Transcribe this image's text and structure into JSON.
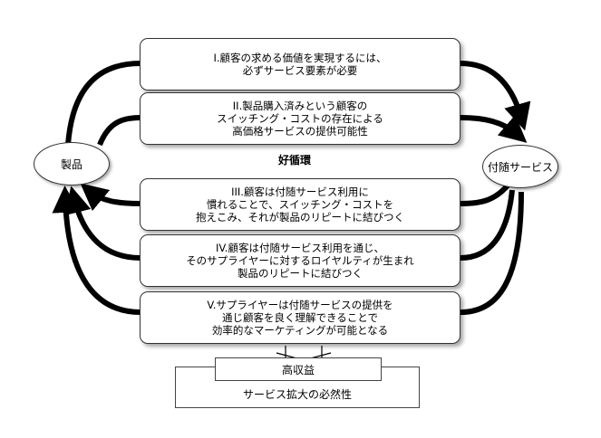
{
  "left_node": {
    "label": "製品"
  },
  "right_node": {
    "label": "付随サービス"
  },
  "center_label": "好循環",
  "boxes": [
    {
      "text": "I.顧客の求める価値を実現するには、\n必ずサービス要素が必要"
    },
    {
      "text": "II.製品購入済みという顧客の\nスイッチング・コストの存在による\n高価格サービスの提供可能性"
    },
    {
      "text": "III.顧客は付随サービス利用に\n慣れることで、スイッチング・コストを\n抱えこみ、それが製品のリピートに結びつく"
    },
    {
      "text": "IV.顧客は付随サービス利用を通じ、\nそのサプライヤーに対するロイヤルティが生まれ\n製品のリピートに結びつく"
    },
    {
      "text": "V.サプライヤーは付随サービスの提供を\n通じ顧客を良く理解できることで\n効率的なマーケティングが可能となる"
    }
  ],
  "result": {
    "top": "高収益",
    "bottom": "サービス拡大の必然性"
  }
}
